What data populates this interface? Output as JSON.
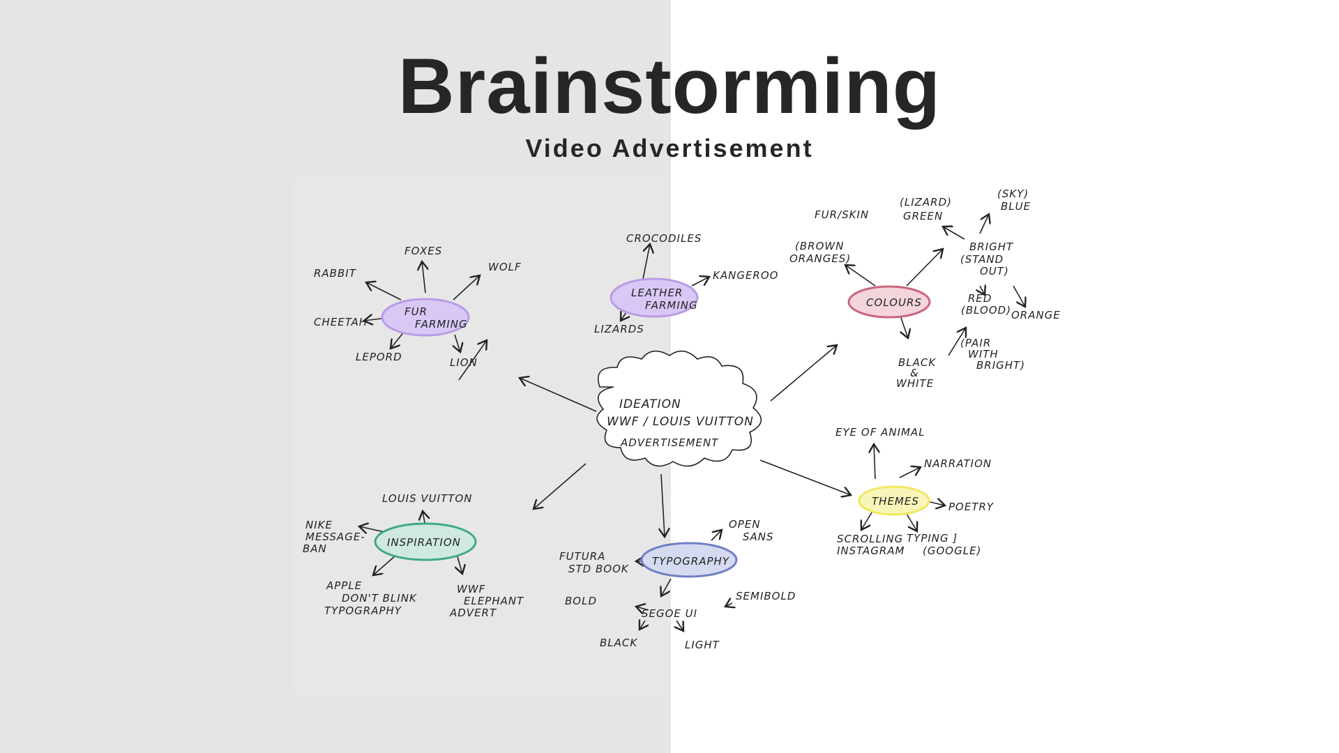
{
  "header": {
    "title": "Brainstorming",
    "subtitle": "Video Advertisement"
  },
  "mind_map": {
    "center": {
      "line1": "IDEATION",
      "line2": "WWF / LOUIS VUITTON",
      "line3": "ADVERTISEMENT"
    },
    "branches": {
      "fur_farming": {
        "label1": "FUR",
        "label2": "FARMING",
        "color": "#b89be6",
        "children": [
          "FOXES",
          "RABBIT",
          "WOLF",
          "CHEETAH",
          "LEPORD",
          "LION"
        ]
      },
      "leather_farming": {
        "label1": "LEATHER",
        "label2": "FARMING",
        "color": "#b89be6",
        "children": [
          "CROCODILES",
          "KANGEROO",
          "LIZARDS"
        ]
      },
      "colours": {
        "label": "COLOURS",
        "color": "#c9657a",
        "children": {
          "fur_skin": "FUR/SKIN",
          "brown1": "(BROWN",
          "brown2": "ORANGES)",
          "lizard1": "(LIZARD)",
          "lizard2": "GREEN",
          "sky1": "(SKY)",
          "sky2": "BLUE",
          "bright1": "BRIGHT",
          "bright2": "(STAND",
          "bright3": "OUT)",
          "red1": "RED",
          "red2": "(BLOOD)",
          "orange": "ORANGE",
          "bw1": "BLACK",
          "bw2": "&",
          "bw3": "WHITE",
          "pair1": "(PAIR",
          "pair2": "WITH",
          "pair3": "BRIGHT)"
        }
      },
      "themes": {
        "label": "THEMES",
        "color": "#efe860",
        "children": {
          "eye": "EYE OF ANIMAL",
          "narration": "NARRATION",
          "poetry": "POETRY",
          "scroll1": "SCROLLING",
          "scroll2": "INSTAGRAM",
          "typing1": "TYPING ]",
          "typing2": "(GOOGLE)"
        }
      },
      "inspiration": {
        "label": "INSPIRATION",
        "color": "#3fa78a",
        "children": {
          "lv": "LOUIS VUITTON",
          "nike1": "NIKE",
          "nike2": "MESSAGE-",
          "nike3": "BAN",
          "apple1": "APPLE",
          "apple2": "DON'T BLINK",
          "apple3": "TYPOGRAPHY",
          "wwf1": "WWF",
          "wwf2": "ELEPHANT",
          "wwf3": "ADVERT"
        }
      },
      "typography": {
        "label": "TYPOGRAPHY",
        "color": "#6e7fc4",
        "children": {
          "open1": "OPEN",
          "open2": "SANS",
          "futura1": "FUTURA",
          "futura2": "STD BOOK",
          "segoe": "SEGOE UI",
          "bold": "BOLD",
          "semibold": "SEMIBOLD",
          "black": "BLACK",
          "light": "LIGHT"
        }
      }
    }
  }
}
